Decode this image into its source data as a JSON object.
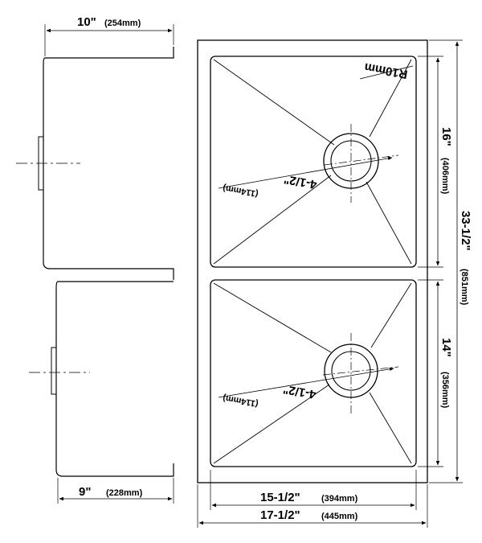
{
  "dimensions": {
    "side_top_depth": {
      "imperial": "10\"",
      "metric": "(254mm)"
    },
    "side_bottom_depth": {
      "imperial": "9\"",
      "metric": "(228mm)"
    },
    "inner_width": {
      "imperial": "15-1/2\"",
      "metric": "(394mm)"
    },
    "outer_width": {
      "imperial": "17-1/2\"",
      "metric": "(445mm)"
    },
    "top_bowl_length": {
      "imperial": "16\"",
      "metric": "(406mm)"
    },
    "bottom_bowl_length": {
      "imperial": "14\"",
      "metric": "(356mm)"
    },
    "overall_length": {
      "imperial": "33-1/2\"",
      "metric": "(851mm)"
    },
    "corner_radius": "R10mm",
    "drain_offset_top": {
      "imperial": "4-1/2\"",
      "metric": "(114mm)"
    },
    "drain_offset_bottom": {
      "imperial": "4-1/2\"",
      "metric": "(114mm)"
    }
  }
}
